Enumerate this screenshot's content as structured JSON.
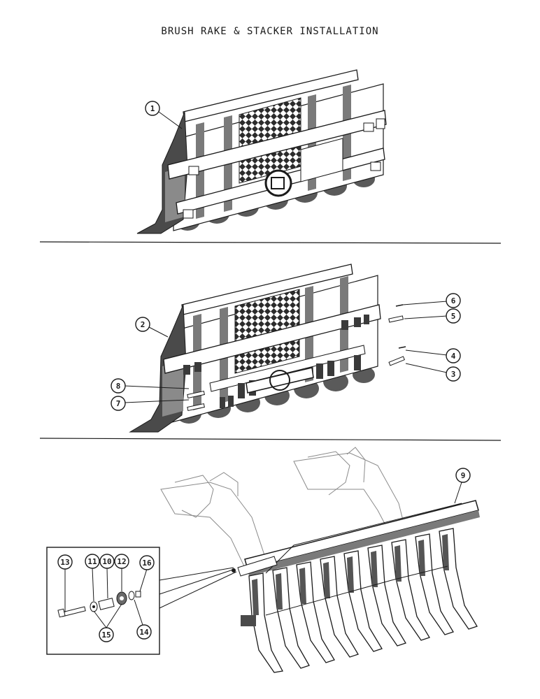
{
  "title": "BRUSH RAKE & STACKER INSTALLATION",
  "callouts": {
    "c1": "1",
    "c2": "2",
    "c3": "3",
    "c4": "4",
    "c5": "5",
    "c6": "6",
    "c7": "7",
    "c8": "8",
    "c9": "9",
    "c10": "10",
    "c11": "11",
    "c12": "12",
    "c13": "13",
    "c14": "14",
    "c15": "15",
    "c16": "16"
  },
  "colors": {
    "ink": "#1a1a1a",
    "shade": "#6b6b6b",
    "paper": "#ffffff"
  }
}
